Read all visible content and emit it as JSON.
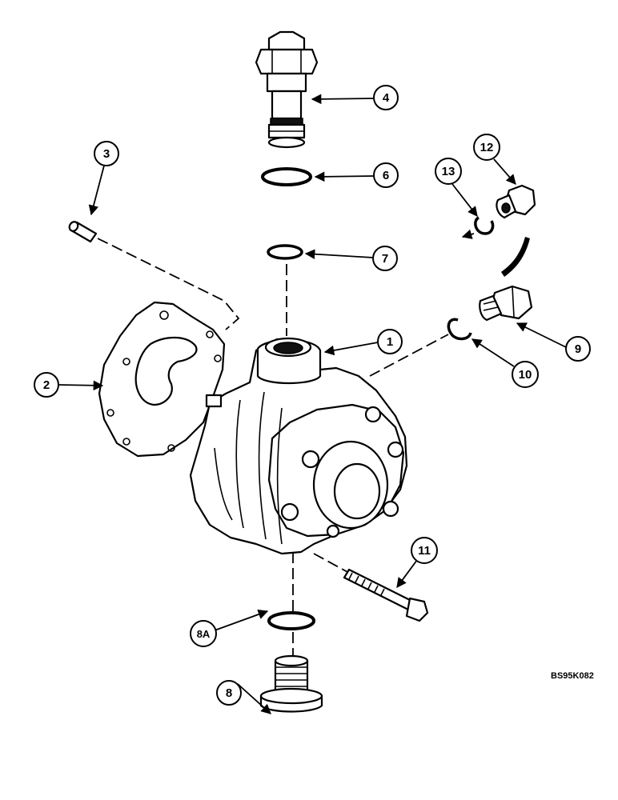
{
  "callouts": {
    "c1": "1",
    "c2": "2",
    "c3": "3",
    "c4": "4",
    "c6": "6",
    "c7": "7",
    "c8": "8",
    "c8a": "8A",
    "c9": "9",
    "c10": "10",
    "c11": "11",
    "c12": "12",
    "c13": "13"
  },
  "drawing_code": "BS95K082"
}
